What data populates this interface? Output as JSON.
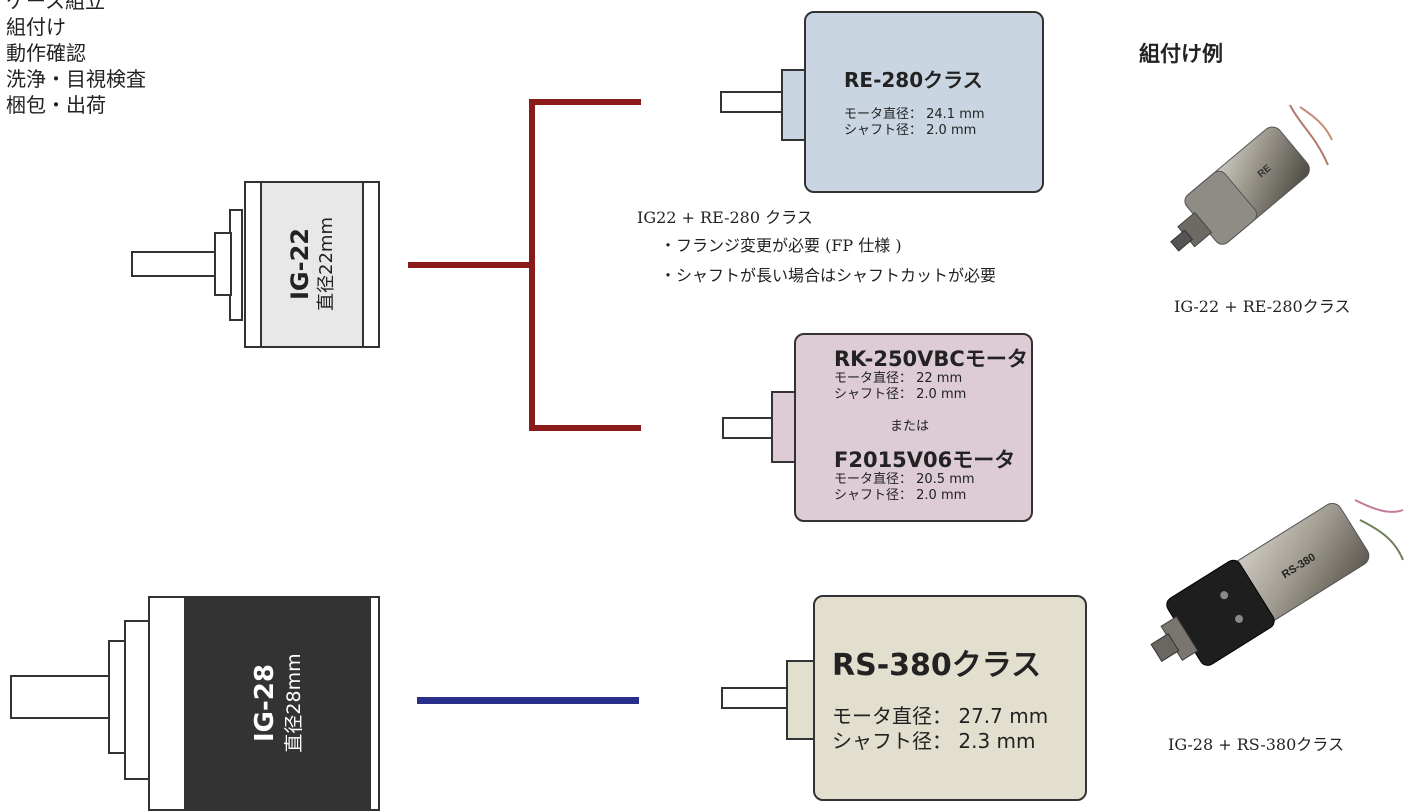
{
  "process_steps": [
    "ケース組立",
    "組付け",
    "動作確認",
    "洗浄・目視検査",
    "梱包・出荷"
  ],
  "gearheads": {
    "ig22": {
      "name": "IG-22",
      "diameter": "直径22mm"
    },
    "ig28": {
      "name": "IG-28",
      "diameter": "直径28mm"
    }
  },
  "motors": {
    "re280": {
      "title": "RE-280クラス",
      "spec1": "モータ直径： 24.1 mm",
      "spec2": "シャフト径： 2.0 mm"
    },
    "rk250": {
      "title": "RK-250VBCモータ",
      "spec1": "モータ直径： 22 mm",
      "spec2": "シャフト径： 2.0 mm",
      "or": "または",
      "title2": "F2015V06モータ",
      "spec3": "モータ直径： 20.5 mm",
      "spec4": "シャフト径： 2.0 mm"
    },
    "rs380": {
      "title": "RS-380クラス",
      "spec1": "モータ直径： 27.7 mm",
      "spec2": "シャフト径： 2.3 mm"
    }
  },
  "note": {
    "title": "IG22 + RE-280 クラス",
    "line1": "・フランジ変更が必要 (FP 仕様 )",
    "line2": "・シャフトが長い場合はシャフトカットが必要"
  },
  "examples": {
    "heading": "組付け例",
    "caption1": "IG-22 + RE-280クラス",
    "caption2": "IG-28 + RS-380クラス"
  },
  "colors": {
    "connector_ig22": "#8b1a1a",
    "connector_ig28": "#2b2f8c",
    "re280_fill": "#c9d6e1",
    "rk250_fill": "#ddcbd6",
    "rs380_fill": "#e2dfcf",
    "ig22_body": "#e8e8e8",
    "ig28_body": "#333333"
  },
  "icons": [
    "ig22-gearhead-drawing",
    "ig28-gearhead-drawing",
    "motor-shaft-drawing",
    "assembled-motor-photo"
  ]
}
